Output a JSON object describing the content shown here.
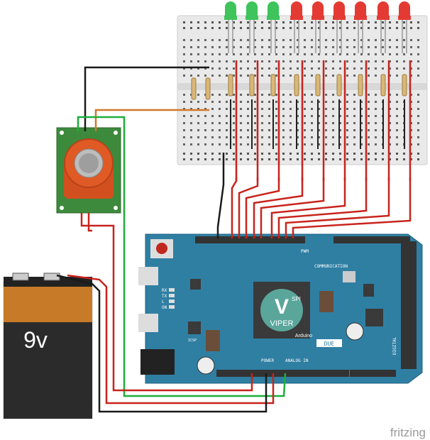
{
  "battery": {
    "label": "9v"
  },
  "arduino": {
    "chip_logo_letter": "V",
    "chip_logo_text": "VIPER",
    "brand": "Arduino",
    "model": "DUE",
    "spi_label": "SPI",
    "pwm_label": "PWM",
    "communication_label": "COMMUNICATION",
    "power_label": "POWER",
    "analog_label": "ANALOG IN",
    "digital_label": "DIGITAL",
    "icsp_label": "ICSP",
    "leds": [
      "RX",
      "TX",
      "L",
      "ON"
    ]
  },
  "leds": {
    "colors": [
      "green",
      "green",
      "green",
      "red",
      "red",
      "red",
      "red",
      "red",
      "red"
    ]
  },
  "colors": {
    "board": "#2f7fa3",
    "wire_red": "#c8231c",
    "wire_green": "#1fae3a",
    "wire_black": "#1a1a1a",
    "wire_orange": "#d2782a",
    "sensor_pcb": "#3d8a3c",
    "sensor_body": "#e05a26"
  },
  "watermark": "fritzing"
}
